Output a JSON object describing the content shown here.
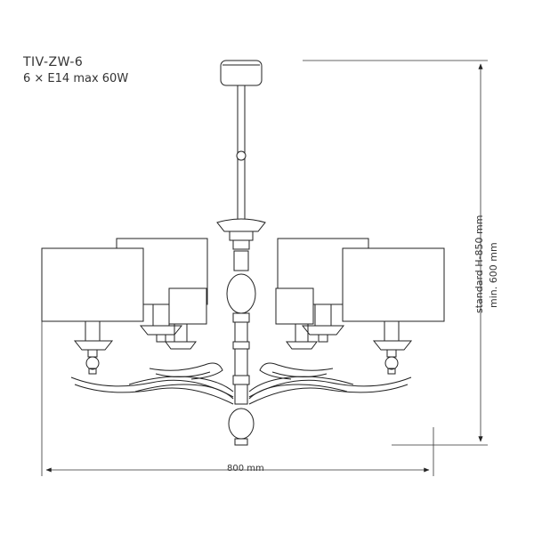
{
  "product": {
    "model": "TIV-ZW-6",
    "spec": "6 × E14 max 60W"
  },
  "dimensions": {
    "width_label": "800 mm",
    "height_standard_label": "standard H-850 mm",
    "height_min_label": "min. 600 mm"
  },
  "colors": {
    "line": "#222222",
    "dimension": "#333333",
    "background": "#ffffff"
  }
}
